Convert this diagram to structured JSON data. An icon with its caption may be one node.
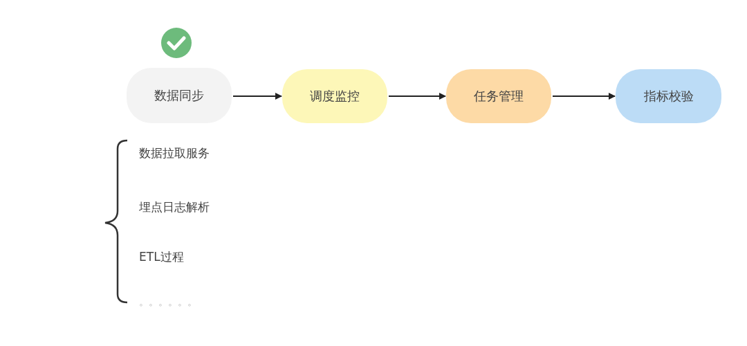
{
  "diagram": {
    "nodes": [
      {
        "text": [
          "数据同步"
        ]
      },
      {
        "text": [
          "调度监控"
        ]
      },
      {
        "text": [
          "任务管理"
        ]
      },
      {
        "text": [
          "指标校验"
        ]
      }
    ],
    "edges": [
      {
        "from": 0,
        "to": 1,
        "arrow": "to"
      },
      {
        "from": 1,
        "to": 2,
        "arrow": "to"
      },
      {
        "from": 2,
        "to": 3,
        "arrow": "to"
      }
    ],
    "labels": [
      "数据拉取服务",
      "埋点日志解析",
      "ETL过程",
      "。。。。。。"
    ]
  }
}
